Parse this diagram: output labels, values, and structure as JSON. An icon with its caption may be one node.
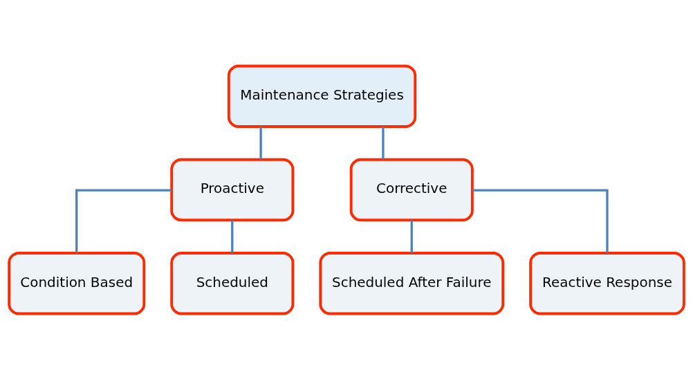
{
  "diagram": {
    "nodes": [
      {
        "text": [
          "Maintenance Strategies"
        ]
      },
      {
        "text": [
          "Proactive"
        ]
      },
      {
        "text": [
          "Corrective"
        ]
      },
      {
        "text": [
          "Condition Based"
        ]
      },
      {
        "text": [
          "Scheduled"
        ]
      },
      {
        "text": [
          "Scheduled After Failure"
        ]
      },
      {
        "text": [
          "Reactive Response"
        ]
      }
    ],
    "edges": [
      {
        "from": 0,
        "to": 1,
        "arrow": "none"
      },
      {
        "from": 0,
        "to": 2,
        "arrow": "none"
      },
      {
        "from": 1,
        "to": 3,
        "arrow": "none"
      },
      {
        "from": 1,
        "to": 4,
        "arrow": "none"
      },
      {
        "from": 2,
        "to": 5,
        "arrow": "none"
      },
      {
        "from": 2,
        "to": 6,
        "arrow": "none"
      }
    ]
  }
}
